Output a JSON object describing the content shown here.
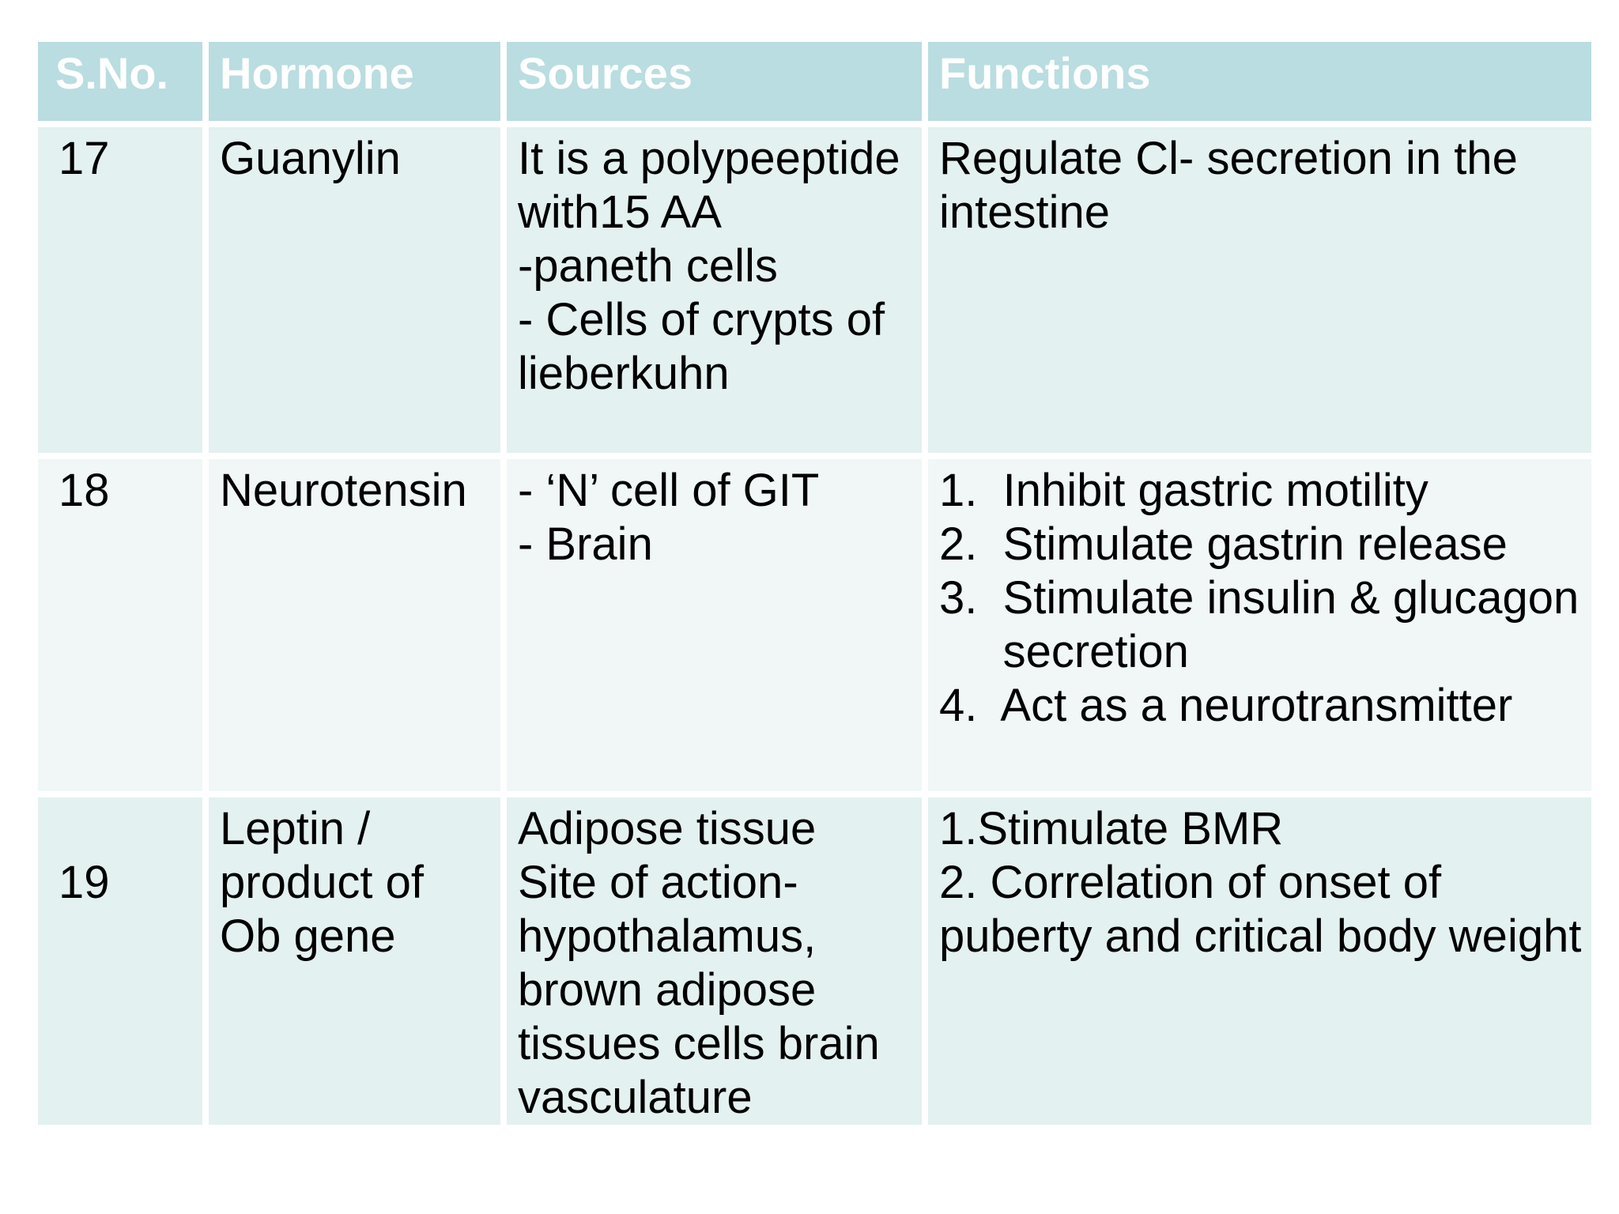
{
  "page": {
    "background": "#ffffff"
  },
  "table": {
    "colors": {
      "header_bg": "#b9dde0",
      "header_text": "#ffffff",
      "row_odd_bg": "#e3f1f0",
      "row_even_bg": "#f0f7f6",
      "body_text": "#000000"
    },
    "headers": {
      "sno": "S.No.",
      "hormone": "Hormone",
      "sources": "Sources",
      "functions": "Functions"
    },
    "rows": [
      {
        "sno": [
          "17"
        ],
        "hormone": [
          "Guanylin"
        ],
        "sources": [
          "It is a polypeeptide",
          "with15 AA",
          "-paneth cells",
          "- Cells of crypts of",
          "lieberkuhn"
        ],
        "functions": [
          "Regulate Cl- secretion in the",
          "intestine"
        ]
      },
      {
        "sno": [
          "18"
        ],
        "hormone": [
          "Neurotensin"
        ],
        "sources": [
          "- ‘N’ cell of GIT",
          "- Brain"
        ],
        "functions": [
          "1.  Inhibit gastric motility",
          "2.  Stimulate gastrin release",
          "3.  Stimulate insulin & glucagon",
          "     secretion",
          "4.  Act as a neurotransmitter"
        ]
      },
      {
        "sno": [
          "19"
        ],
        "hormone": [
          "Leptin /",
          "product of",
          "Ob gene"
        ],
        "sources": [
          "Adipose tissue",
          "Site of action-",
          "hypothalamus,",
          "brown adipose",
          "tissues cells brain",
          "vasculature"
        ],
        "functions": [
          "1.Stimulate BMR",
          "2. Correlation of onset of",
          "puberty and critical body weight"
        ]
      }
    ]
  }
}
